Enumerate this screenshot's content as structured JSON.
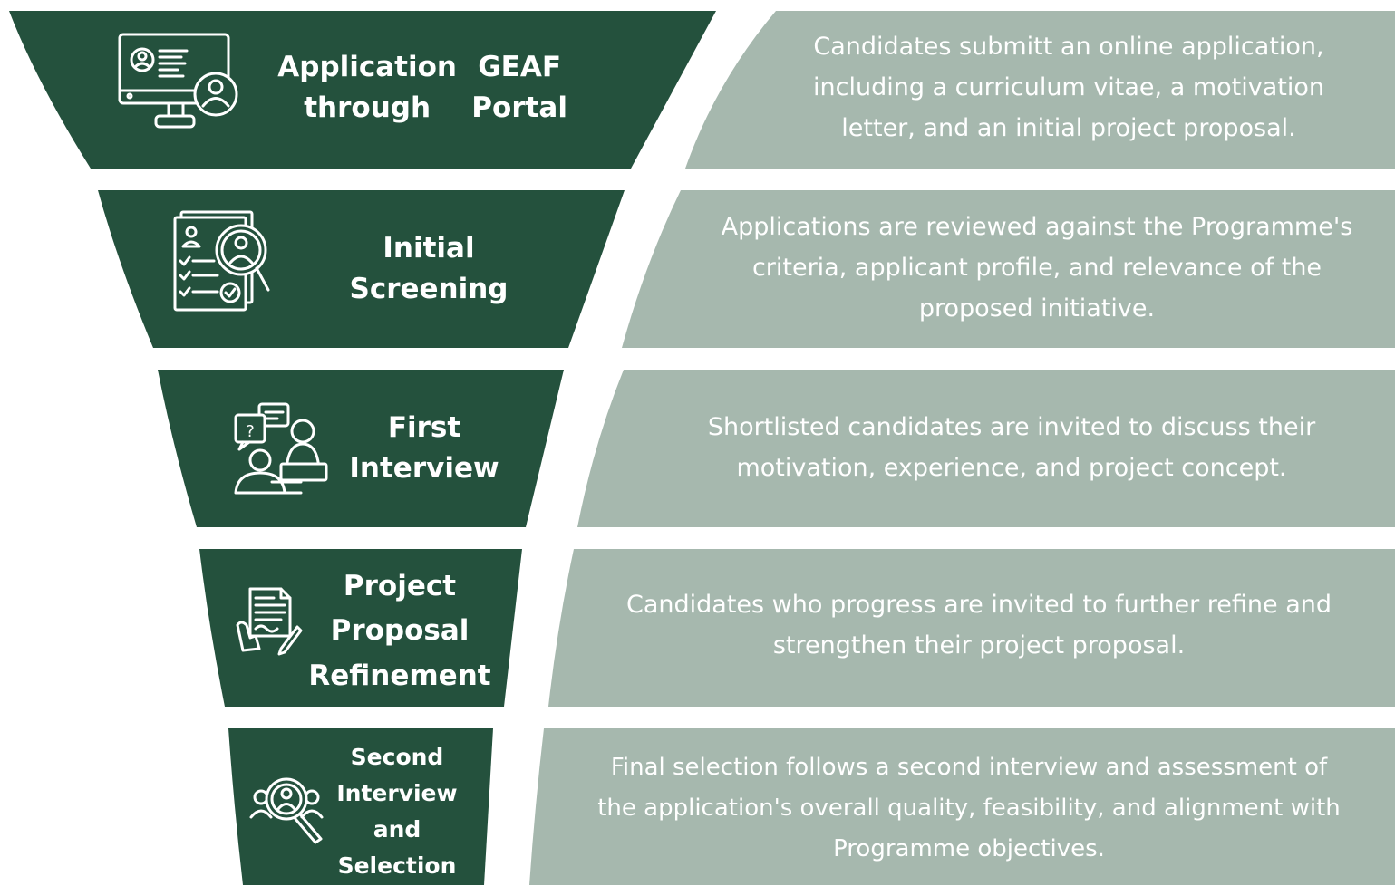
{
  "colors": {
    "funnel_green": "#24513D",
    "desc_panel": "#A6B8AE",
    "text": "#FFFFFF"
  },
  "stages": [
    {
      "icon": "computer-user-icon",
      "title_lines": [
        "Application through",
        "GEAF Portal"
      ],
      "description_lines": [
        "Candidates submitt an online application,",
        "including a curriculum vitae, a motivation",
        "letter, and an initial project proposal."
      ]
    },
    {
      "icon": "document-search-icon",
      "title_lines": [
        "Initial Screening"
      ],
      "description_lines": [
        "Applications are reviewed against the Programme's",
        "criteria, applicant profile, and relevance of the",
        "proposed initiative."
      ]
    },
    {
      "icon": "interview-icon",
      "title_lines": [
        "First",
        "Interview"
      ],
      "description_lines": [
        "Shortlisted candidates are invited to discuss their",
        "motivation, experience, and project concept."
      ]
    },
    {
      "icon": "proposal-writing-icon",
      "title_lines": [
        "Project",
        "Proposal",
        "Refinement"
      ],
      "description_lines": [
        "Candidates who progress are invited to further refine and",
        "strengthen their project proposal."
      ]
    },
    {
      "icon": "candidate-selection-icon",
      "title_lines": [
        "Second",
        "Interview",
        "and",
        "Selection"
      ],
      "description_lines": [
        "Final selection follows a second interview and assessment of",
        "the application's overall quality, feasibility, and alignment with",
        "Programme objectives."
      ]
    }
  ]
}
